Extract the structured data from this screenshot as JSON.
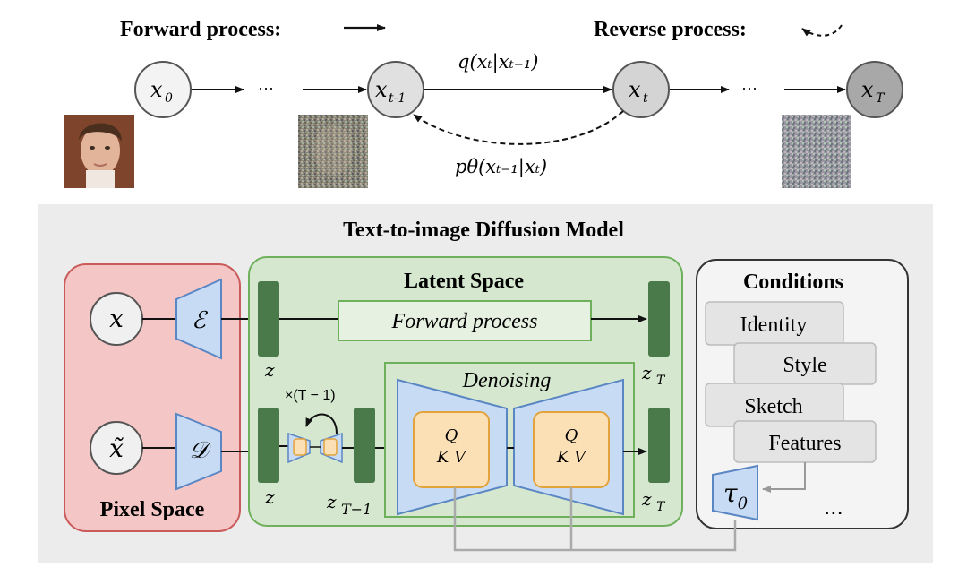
{
  "colors": {
    "panel_bg": "#ececec",
    "pixel_space_fill": "#f5c6c6",
    "pixel_space_stroke": "#c95a5a",
    "latent_fill": "#d5e8cf",
    "latent_stroke": "#6fb05c",
    "dark_green_bar": "#4a7a4a",
    "blue_trapezoid": "#c7dcf4",
    "blue_stroke": "#5b86c4",
    "attention_fill": "#fbe0b5",
    "attention_stroke": "#e3a33c",
    "node_light": "#f0f0f0",
    "node_mid": "#d8d8d8",
    "node_dark": "#a9a9a9"
  },
  "top": {
    "forward_label": "Forward process:",
    "reverse_label": "Reverse process:",
    "nodes": {
      "x0": "x",
      "x0_sub": "0",
      "xt1": "x",
      "xt1_sub": "t-1",
      "xt": "x",
      "xt_sub": "t",
      "xT": "x",
      "xT_sub": "T"
    },
    "ellipsis": "···",
    "q_label": "q(xₜ|xₜ₋₁)",
    "p_label": "pθ(xₜ₋₁|xₜ)"
  },
  "model": {
    "title": "Text-to-image Diffusion Model",
    "pixel_space": {
      "label": "Pixel Space",
      "x_input": "x",
      "x_output": "x̃",
      "encoder": "ℰ",
      "decoder": "𝒟"
    },
    "latent_space": {
      "label": "Latent Space",
      "forward_box": "Forward process",
      "denoising": "Denoising",
      "repeat": "×(T − 1)",
      "z_top": "z",
      "zT_top": "z",
      "zT_top_sub": "T",
      "z_bottom": "z",
      "zT1_bottom": "z",
      "zT1_bottom_sub": "T−1",
      "zT_bottom": "z",
      "zT_bottom_sub": "T",
      "attn_q": "Q",
      "attn_kv": "K V"
    },
    "conditions": {
      "label": "Conditions",
      "items": [
        "Identity",
        "Style",
        "Sketch",
        "Features"
      ],
      "tau": "τ",
      "tau_sub": "θ",
      "ellipsis": "..."
    }
  }
}
